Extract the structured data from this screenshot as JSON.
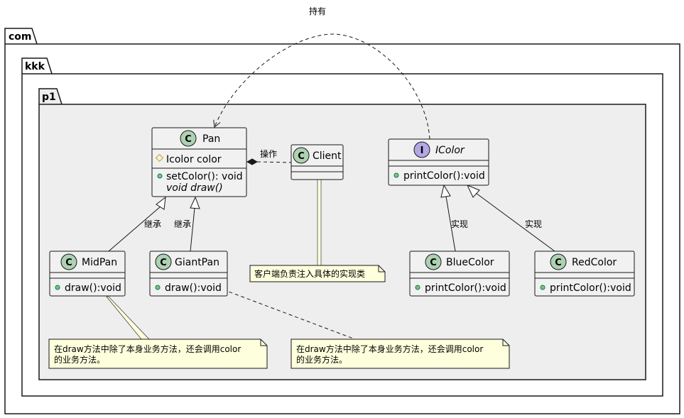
{
  "top_label": "持有",
  "packages": {
    "com": "com",
    "kkk": "kkk",
    "p1": "p1"
  },
  "classes": {
    "pan": {
      "stereotype_letter": "C",
      "name": "Pan",
      "attribute": "Icolor color",
      "method1": "setColor(): void",
      "method2": "void draw()"
    },
    "client": {
      "stereotype_letter": "C",
      "name": "Client"
    },
    "icolor": {
      "stereotype_letter": "I",
      "name": "IColor",
      "method1": "printColor():void"
    },
    "midpan": {
      "stereotype_letter": "C",
      "name": "MidPan",
      "method1": "draw():void"
    },
    "giantpan": {
      "stereotype_letter": "C",
      "name": "GiantPan",
      "method1": "draw():void"
    },
    "bluecolor": {
      "stereotype_letter": "C",
      "name": "BlueColor",
      "method1": "printColor():void"
    },
    "redcolor": {
      "stereotype_letter": "C",
      "name": "RedColor",
      "method1": "printColor():void"
    }
  },
  "relations": {
    "operate": "操作",
    "inherit_mid": "继承",
    "inherit_giant": "继承",
    "impl_blue": "实现",
    "impl_red": "实现"
  },
  "notes": {
    "client_note": "客户端负责注入具体的实现类",
    "midpan_note_l1": "在draw方法中除了本身业务方法，还会调用color",
    "midpan_note_l2": "的业务方法。",
    "giantpan_note_l1": "在draw方法中除了本身业务方法，还会调用color",
    "giantpan_note_l2": "的业务方法。"
  },
  "colors": {
    "class_fill": "#F1F1F1",
    "class_icon": "#ADD1B2",
    "interface_icon": "#B4A7E5",
    "package_fill": "#EEEEEE",
    "note_fill": "#FEFFDD",
    "public_dot": "#84BE84",
    "border": "#181818"
  }
}
